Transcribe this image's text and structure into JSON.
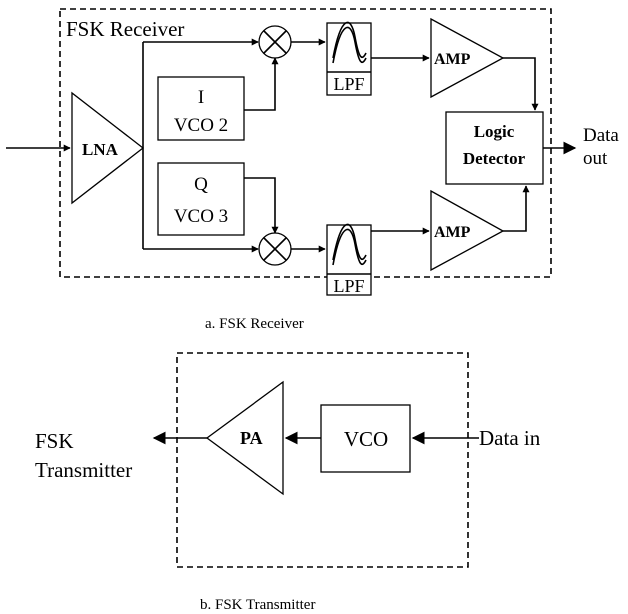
{
  "receiver": {
    "title": "FSK Receiver",
    "lna": "LNA",
    "vco_i_line1": "I",
    "vco_i_line2": "VCO 2",
    "vco_q_line1": "Q",
    "vco_q_line2": "VCO 3",
    "lpf": "LPF",
    "amp": "AMP",
    "logic_line1": "Logic",
    "logic_line2": "Detector",
    "output_line1": "Data",
    "output_line2": "out",
    "caption": "a.  FSK Receiver"
  },
  "transmitter": {
    "pa": "PA",
    "vco": "VCO",
    "input": "Data in",
    "output_line1": "FSK",
    "output_line2": "Transmitter",
    "caption": "b. FSK Transmitter"
  }
}
